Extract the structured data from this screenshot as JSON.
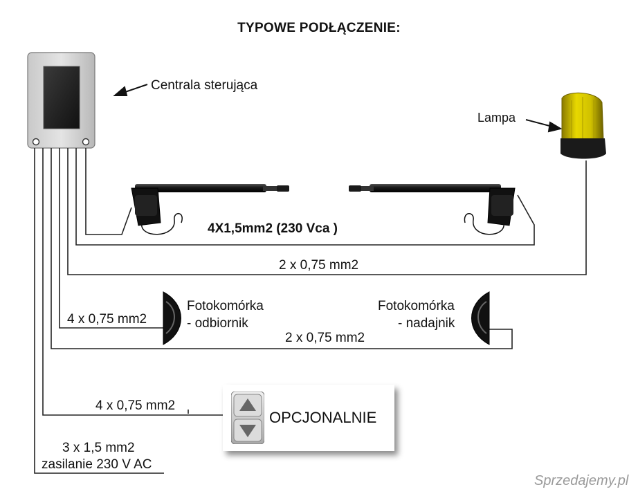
{
  "title": "TYPOWE PODŁĄCZENIE:",
  "labels": {
    "controller": "Centrala sterująca",
    "lamp": "Lampa",
    "motor_cable": "4X1,5mm2 (230 Vca )",
    "lamp_cable": "2 x 0,75 mm2",
    "receiver_name": "Fotokomórka",
    "receiver_sub": "- odbiornik",
    "receiver_cable": "4 x 0,75 mm2",
    "transmitter_name": "Fotokomórka",
    "transmitter_sub": "- nadajnik",
    "transmitter_cable": "2 x 0,75 mm2",
    "optional_cable": "4 x 0,75 mm2",
    "optional": "OPCJONALNIE",
    "power_cable": "3 x 1,5 mm2",
    "power_supply": "zasilanie 230 V AC"
  },
  "watermark": "Sprzedajemy.pl",
  "colors": {
    "wire": "#222222",
    "lamp_lens": "#d6c400",
    "lamp_base": "#1a1a1a"
  },
  "icons": [
    "controller-box-icon",
    "arrow-icon",
    "lamp-icon",
    "actuator-icon",
    "photocell-icon",
    "up-down-switch-icon"
  ]
}
